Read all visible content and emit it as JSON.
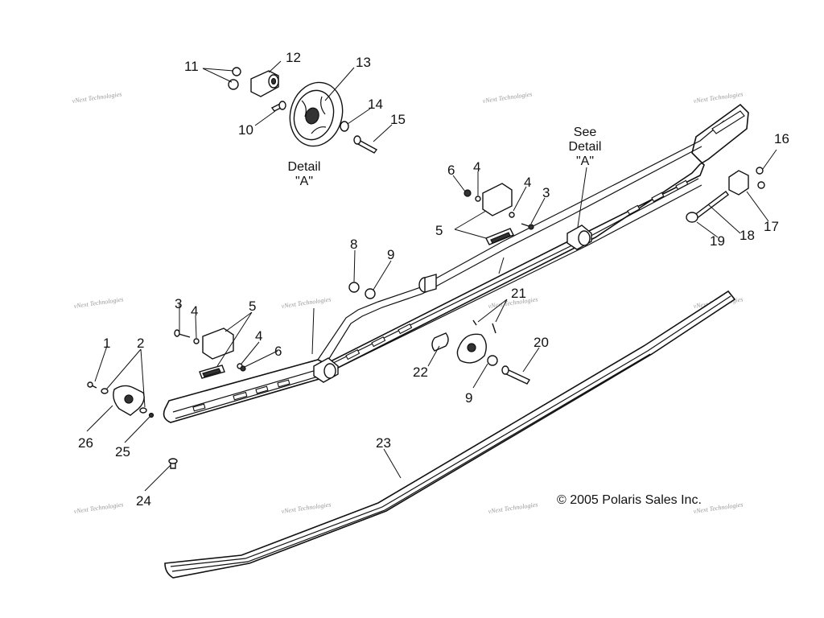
{
  "callouts": [
    {
      "id": "11a",
      "text": "11"
    },
    {
      "id": "12",
      "text": "12"
    },
    {
      "id": "13",
      "text": "13"
    },
    {
      "id": "10",
      "text": "10"
    },
    {
      "id": "14",
      "text": "14"
    },
    {
      "id": "15",
      "text": "15"
    },
    {
      "id": "6a",
      "text": "6"
    },
    {
      "id": "4a",
      "text": "4"
    },
    {
      "id": "4b",
      "text": "4"
    },
    {
      "id": "3a",
      "text": "3"
    },
    {
      "id": "5a",
      "text": "5"
    },
    {
      "id": "16",
      "text": "16"
    },
    {
      "id": "17",
      "text": "17"
    },
    {
      "id": "18",
      "text": "18"
    },
    {
      "id": "19",
      "text": "19"
    },
    {
      "id": "8",
      "text": "8"
    },
    {
      "id": "9a",
      "text": "9"
    },
    {
      "id": "3b",
      "text": "3"
    },
    {
      "id": "4c",
      "text": "4"
    },
    {
      "id": "5b",
      "text": "5"
    },
    {
      "id": "4d",
      "text": "4"
    },
    {
      "id": "6b",
      "text": "6"
    },
    {
      "id": "1",
      "text": "1"
    },
    {
      "id": "2",
      "text": "2"
    },
    {
      "id": "21",
      "text": "21"
    },
    {
      "id": "20",
      "text": "20"
    },
    {
      "id": "22",
      "text": "22"
    },
    {
      "id": "9b",
      "text": "9"
    },
    {
      "id": "26",
      "text": "26"
    },
    {
      "id": "25",
      "text": "25"
    },
    {
      "id": "23",
      "text": "23"
    },
    {
      "id": "24",
      "text": "24"
    }
  ],
  "detail_label": {
    "line1": "Detail",
    "line2": "\"A\""
  },
  "see_detail_label": {
    "line1": "See",
    "line2": "Detail",
    "line3": "\"A\""
  },
  "copyright": "© 2005 Polaris Sales Inc.",
  "watermark": {
    "line1": "vNext Technologies",
    "line2": "Technologies"
  }
}
